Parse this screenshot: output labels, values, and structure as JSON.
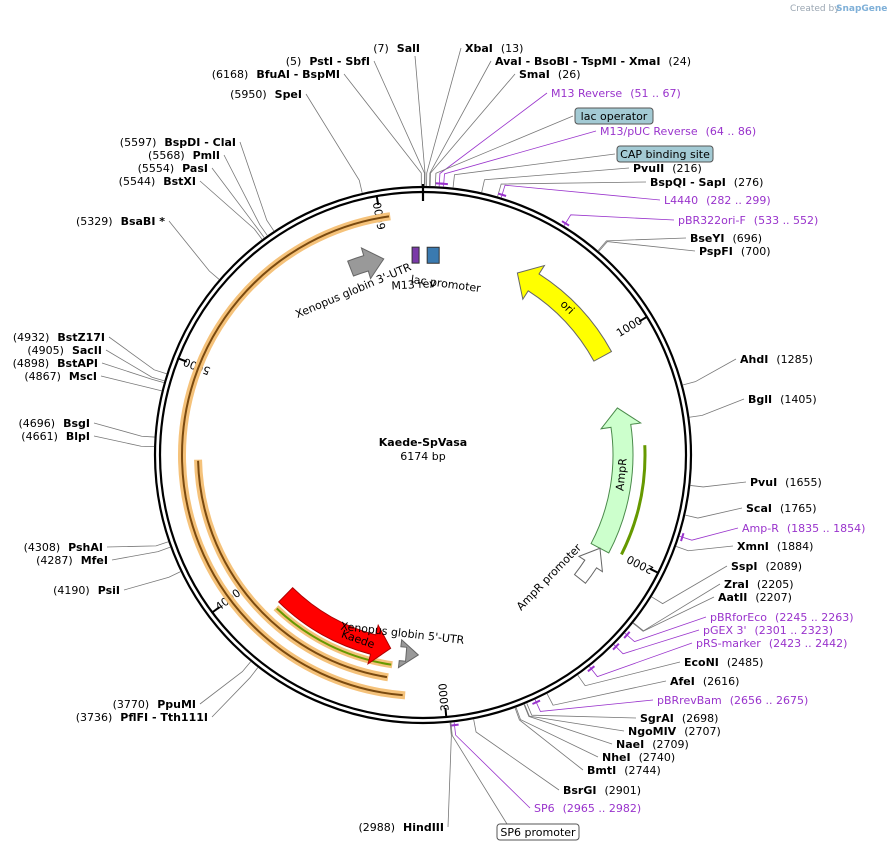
{
  "credit": {
    "created_by": "Created by",
    "brand": "SnapGene"
  },
  "plasmid": {
    "name": "Kaede-SpVasa",
    "length_bp": 6174,
    "size_label": "6174 bp"
  },
  "ticks": [
    {
      "bp": 1000,
      "label": "1000"
    },
    {
      "bp": 2000,
      "label": "2000"
    },
    {
      "bp": 3000,
      "label": "3000"
    },
    {
      "bp": 4000,
      "label": "4000"
    },
    {
      "bp": 5000,
      "label": "5000"
    },
    {
      "bp": 6000,
      "label": "6000"
    }
  ],
  "sites_right": [
    {
      "name": "SalI",
      "pos": "(7)",
      "bp": 7,
      "pos_first": true
    },
    {
      "name": "XbaI",
      "pos": "(13)",
      "bp": 13
    },
    {
      "name": "AvaI - BsoBI - TspMI - XmaI",
      "pos": "(24)",
      "bp": 24
    },
    {
      "name": "SmaI",
      "pos": "(26)",
      "bp": 26
    },
    {
      "name": "PvuII",
      "pos": "(216)",
      "bp": 216
    },
    {
      "name": "BspQI - SapI",
      "pos": "(276)",
      "bp": 276
    },
    {
      "name": "BseYI",
      "pos": "(696)",
      "bp": 696
    },
    {
      "name": "PspFI",
      "pos": "(700)",
      "bp": 700
    },
    {
      "name": "AhdI",
      "pos": "(1285)",
      "bp": 1285
    },
    {
      "name": "BglI",
      "pos": "(1405)",
      "bp": 1405
    },
    {
      "name": "PvuI",
      "pos": "(1655)",
      "bp": 1655
    },
    {
      "name": "ScaI",
      "pos": "(1765)",
      "bp": 1765
    },
    {
      "name": "XmnI",
      "pos": "(1884)",
      "bp": 1884
    },
    {
      "name": "SspI",
      "pos": "(2089)",
      "bp": 2089
    },
    {
      "name": "ZraI",
      "pos": "(2205)",
      "bp": 2205
    },
    {
      "name": "AatII",
      "pos": "(2207)",
      "bp": 2207
    },
    {
      "name": "EcoNI",
      "pos": "(2485)",
      "bp": 2485
    },
    {
      "name": "AfeI",
      "pos": "(2616)",
      "bp": 2616
    },
    {
      "name": "SgrAI",
      "pos": "(2698)",
      "bp": 2698
    },
    {
      "name": "NgoMIV",
      "pos": "(2707)",
      "bp": 2707
    },
    {
      "name": "NaeI",
      "pos": "(2709)",
      "bp": 2709
    },
    {
      "name": "NheI",
      "pos": "(2740)",
      "bp": 2740
    },
    {
      "name": "BmtI",
      "pos": "(2744)",
      "bp": 2744
    },
    {
      "name": "BsrGI",
      "pos": "(2901)",
      "bp": 2901
    }
  ],
  "sites_left": [
    {
      "name": "PstI - SbfI",
      "pos": "(5)",
      "bp": 5
    },
    {
      "name": "BfuAI - BspMI",
      "pos": "(6168)",
      "bp": 6168
    },
    {
      "name": "SpeI",
      "pos": "(5950)",
      "bp": 5950
    },
    {
      "name": "BspDI - ClaI",
      "pos": "(5597)",
      "bp": 5597
    },
    {
      "name": "PmlI",
      "pos": "(5568)",
      "bp": 5568
    },
    {
      "name": "PasI",
      "pos": "(5554)",
      "bp": 5554
    },
    {
      "name": "BstXI",
      "pos": "(5544)",
      "bp": 5544
    },
    {
      "name": "BsaBI *",
      "pos": "(5329)",
      "bp": 5329
    },
    {
      "name": "BstZ17I",
      "pos": "(4932)",
      "bp": 4932
    },
    {
      "name": "SacII",
      "pos": "(4905)",
      "bp": 4905
    },
    {
      "name": "BstAPI",
      "pos": "(4898)",
      "bp": 4898
    },
    {
      "name": "MscI",
      "pos": "(4867)",
      "bp": 4867
    },
    {
      "name": "BsgI",
      "pos": "(4696)",
      "bp": 4696
    },
    {
      "name": "BlpI",
      "pos": "(4661)",
      "bp": 4661
    },
    {
      "name": "PshAI",
      "pos": "(4308)",
      "bp": 4308
    },
    {
      "name": "MfeI",
      "pos": "(4287)",
      "bp": 4287
    },
    {
      "name": "PsiI",
      "pos": "(4190)",
      "bp": 4190
    },
    {
      "name": "PpuMI",
      "pos": "(3770)",
      "bp": 3770
    },
    {
      "name": "PflFI - Tth111I",
      "pos": "(3736)",
      "bp": 3736
    },
    {
      "name": "HindIII",
      "pos": "(2988)",
      "bp": 2988
    }
  ],
  "primers": [
    {
      "name": "M13 Reverse",
      "range": "(51 .. 67)",
      "bp": 59
    },
    {
      "name": "M13/pUC Reverse",
      "range": "(64 .. 86)",
      "bp": 75
    },
    {
      "name": "L4440",
      "range": "(282 .. 299)",
      "bp": 290
    },
    {
      "name": "pBR322ori-F",
      "range": "(533 .. 552)",
      "bp": 542
    },
    {
      "name": "Amp-R",
      "range": "(1835 .. 1854)",
      "bp": 1845
    },
    {
      "name": "pBRforEco",
      "range": "(2245 .. 2263)",
      "bp": 2254
    },
    {
      "name": "pGEX 3'",
      "range": "(2301 .. 2323)",
      "bp": 2312
    },
    {
      "name": "pRS-marker",
      "range": "(2423 .. 2442)",
      "bp": 2432
    },
    {
      "name": "pBRrevBam",
      "range": "(2656 .. 2675)",
      "bp": 2665
    },
    {
      "name": "SP6",
      "range": "(2965 .. 2982)",
      "bp": 2973
    }
  ],
  "boxed_features": [
    {
      "name": "lac operator",
      "bp": 45,
      "fill": "#a3cad4"
    },
    {
      "name": "CAP binding site",
      "bp": 110,
      "fill": "#a3cad4"
    },
    {
      "name": "SP6 promoter",
      "bp": 2985,
      "fill": "#ffffff"
    }
  ],
  "feature_labels": {
    "ori": "ori",
    "ampr": "AmpR",
    "ampr_promoter": "AmpR promoter",
    "lac_promoter": "lac promoter",
    "m13_rev": "M13 rev",
    "xenopus_3utr": "Xenopus globin 3'-UTR",
    "xenopus_5utr": "Xenopus globin 5'-UTR",
    "kaede": "Kaede"
  },
  "colors": {
    "ori": "#ffff00",
    "ampr": "#ccffcc",
    "orf_outline": "#f5c27a",
    "orf_core": "#7a4a10",
    "kaede": "#ff0000",
    "utr": "#999999",
    "primer": "#9933cc",
    "misc_box": "#a3cad4",
    "lac_promoter": "#ffffff",
    "green_track": "#669900"
  }
}
